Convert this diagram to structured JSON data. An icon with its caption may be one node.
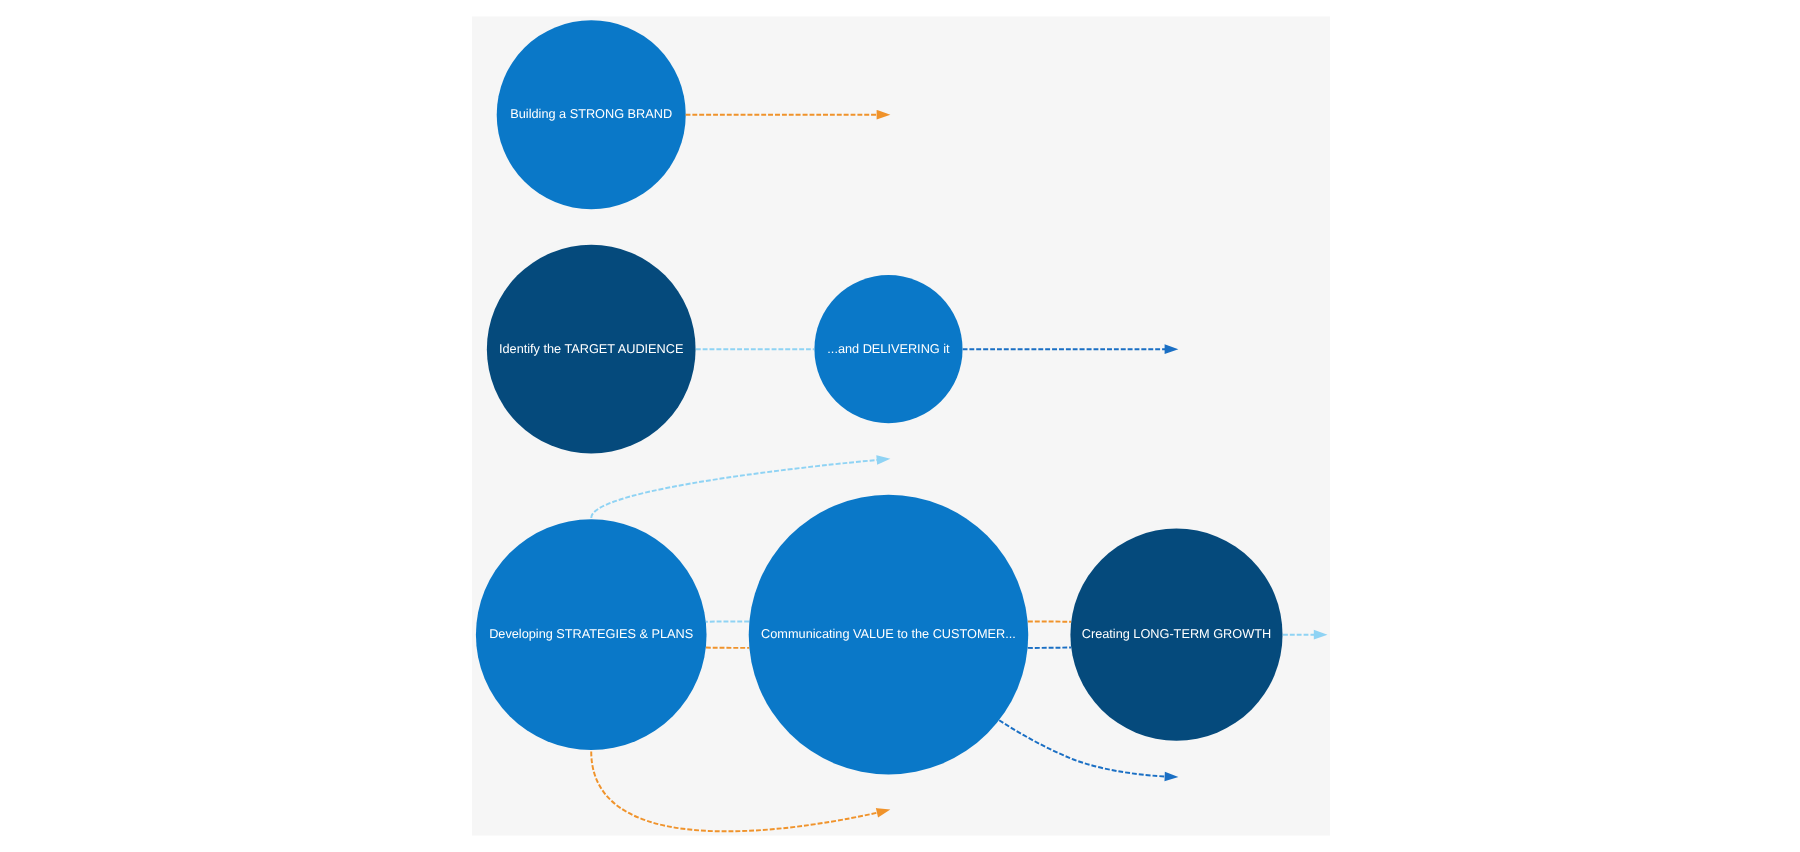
{
  "diagram": {
    "nodes": [
      {
        "text": [
          "Developing STRATEGIES & PLANS"
        ]
      },
      {
        "text": [
          "Identify the TARGET AUDIENCE"
        ]
      },
      {
        "text": [
          "Communicating VALUE to the CUSTOMER..."
        ]
      },
      {
        "text": [
          "...and DELIVERING it"
        ]
      },
      {
        "text": [
          "Creating LONG-TERM GROWTH"
        ]
      },
      {
        "text": [
          "Building a STRONG BRAND"
        ]
      }
    ],
    "edges": [
      {
        "from": 0,
        "to": null,
        "arrow": "to",
        "style": "dashed",
        "color": "#f0932b"
      },
      {
        "from": 0,
        "to": null,
        "arrow": "to",
        "style": "dashed",
        "color": "#8fd3f4"
      },
      {
        "from": 0,
        "to": 2,
        "arrow": "none",
        "style": "dashed",
        "color": "#f0932b"
      },
      {
        "from": 2,
        "to": 0,
        "arrow": "none",
        "style": "dashed",
        "color": "#8fd3f4"
      },
      {
        "from": 1,
        "to": 3,
        "arrow": "none",
        "style": "dashed",
        "color": "#8fd3f4"
      },
      {
        "from": 3,
        "to": null,
        "arrow": "to",
        "style": "dashed",
        "color": "#1a6fc4"
      },
      {
        "from": 2,
        "to": null,
        "arrow": "to",
        "style": "dashed",
        "color": "#1a6fc4"
      },
      {
        "from": 2,
        "to": 4,
        "arrow": "none",
        "style": "dashed",
        "color": "#1a6fc4"
      },
      {
        "from": 2,
        "to": 4,
        "arrow": "none",
        "style": "dashed",
        "color": "#f0932b"
      },
      {
        "from": 4,
        "to": null,
        "arrow": "to",
        "style": "dashed",
        "color": "#8fd3f4"
      },
      {
        "from": 5,
        "to": null,
        "arrow": "to",
        "style": "dashed",
        "color": "#f0932b"
      }
    ]
  }
}
